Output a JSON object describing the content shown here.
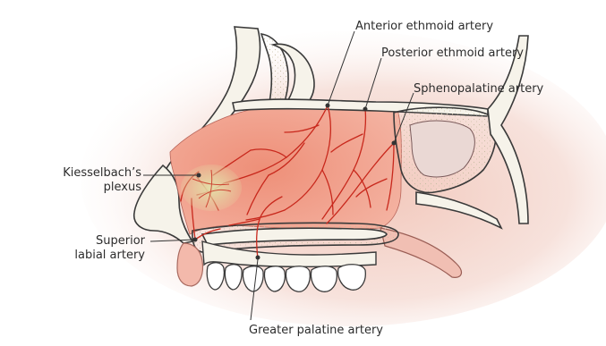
{
  "colors": {
    "background_wash": "#f4ecea",
    "bone_fill": "#f6f3ea",
    "bone_stroke": "#3a3a3a",
    "mucosa_fill": "#f0a08c",
    "vessel": "#c8281c",
    "plexus": "#d9d49a",
    "leader_line": "#333333"
  },
  "labels": {
    "anterior_ethmoid": "Anterior ethmoid artery",
    "posterior_ethmoid": "Posterior ethmoid artery",
    "sphenopalatine": "Sphenopalatine artery",
    "kiesselbach_line1": "Kiesselbach’s",
    "kiesselbach_line2": "plexus",
    "superior_labial_line1": "Superior",
    "superior_labial_line2": "labial artery",
    "greater_palatine": "Greater palatine artery"
  }
}
